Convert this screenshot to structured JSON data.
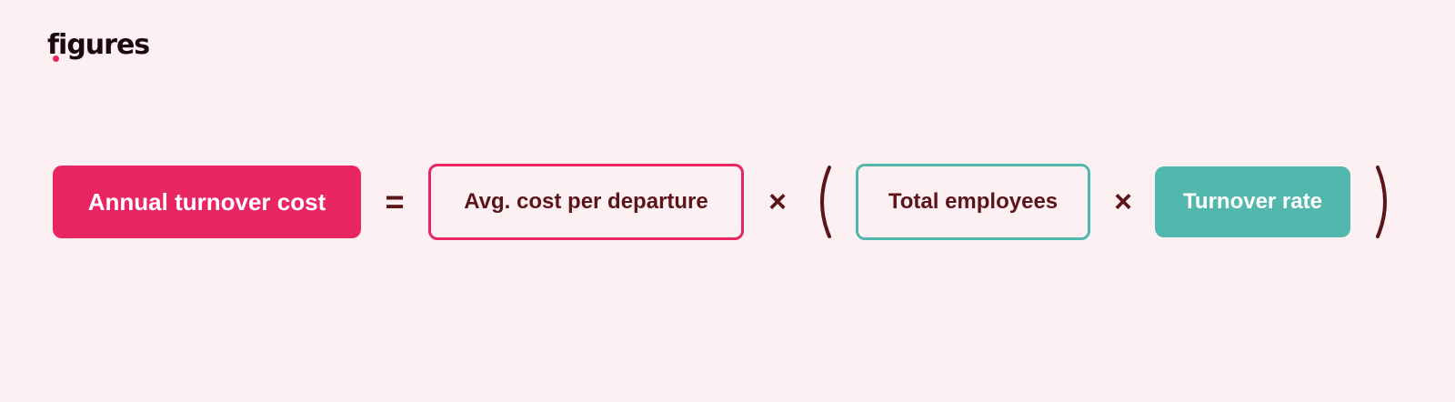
{
  "brand": {
    "logo_text": "figures",
    "accent_color": "#e8255f"
  },
  "formula": {
    "result": "Annual turnover cost",
    "equals": "=",
    "term1": "Avg. cost per departure",
    "multiply_1": "×",
    "open_paren": "(",
    "term2": "Total employees",
    "multiply_2": "×",
    "term3": "Turnover rate",
    "close_paren": ")"
  },
  "colors": {
    "background": "#fdf0f2",
    "pink": "#e92563",
    "teal": "#52b8ad",
    "text_dark": "#5b1418"
  }
}
